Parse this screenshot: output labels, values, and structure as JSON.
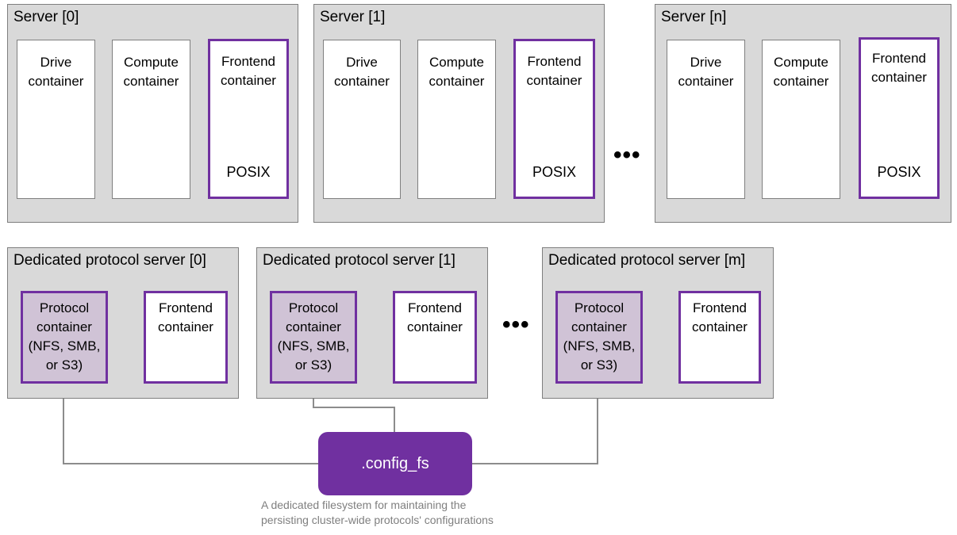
{
  "servers": [
    {
      "title": "Server [0]",
      "drive": "Drive\ncontainer",
      "compute": "Compute\ncontainer",
      "frontend": "Frontend\ncontainer",
      "posix": "POSIX"
    },
    {
      "title": "Server [1]",
      "drive": "Drive\ncontainer",
      "compute": "Compute\ncontainer",
      "frontend": "Frontend\ncontainer",
      "posix": "POSIX"
    },
    {
      "title": "Server [n]",
      "drive": "Drive\ncontainer",
      "compute": "Compute\ncontainer",
      "frontend": "Frontend\ncontainer",
      "posix": "POSIX"
    }
  ],
  "ellipsis_top": "•••",
  "ellipsis_bottom": "•••",
  "protocol_servers": [
    {
      "title": "Dedicated protocol server [0]",
      "protocol": "Protocol\ncontainer\n(NFS, SMB,\nor S3)",
      "frontend": "Frontend\ncontainer"
    },
    {
      "title": "Dedicated protocol server [1]",
      "protocol": "Protocol\ncontainer\n(NFS, SMB,\nor S3)",
      "frontend": "Frontend\ncontainer"
    },
    {
      "title": "Dedicated protocol server [m]",
      "protocol": "Protocol\ncontainer\n(NFS, SMB,\nor S3)",
      "frontend": "Frontend\ncontainer"
    }
  ],
  "config_fs": {
    "label": ".config_fs",
    "caption": "A dedicated filesystem for maintaining the\npersisting cluster-wide protocols' configurations"
  },
  "colors": {
    "accent": "#7030a0",
    "protocol_fill": "#d0c3d6",
    "server_fill": "#d9d9d9",
    "line": "#7f7f7f"
  }
}
